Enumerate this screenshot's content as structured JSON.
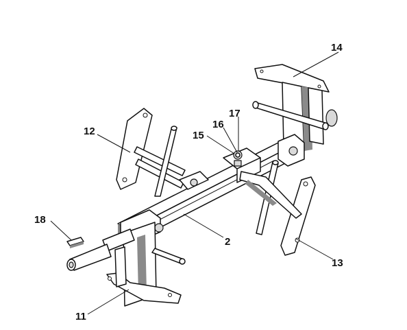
{
  "labels": {
    "p2": "2",
    "p11": "11",
    "p12": "12",
    "p13": "13",
    "p14": "14",
    "p15": "15",
    "p16": "16",
    "p17": "17",
    "p18": "18"
  }
}
